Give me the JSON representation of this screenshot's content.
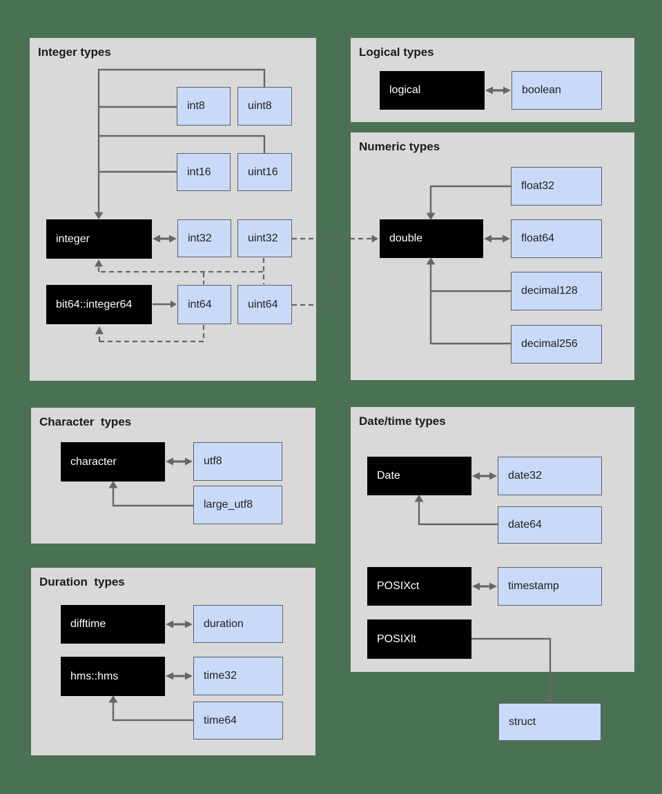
{
  "colors": {
    "bg": "#4a7153",
    "panel": "#d9d9d9",
    "line": "#666666",
    "r-fill": "#010101",
    "r-text": "#ffffff",
    "arrow-fill": "#c9daf8",
    "arrow-border": "#5b5e66",
    "arrow-text": "#1f1f1f",
    "title-text": "#1b1b1b"
  },
  "panels": {
    "integer": {
      "title": "Integer types"
    },
    "logical": {
      "title": "Logical types"
    },
    "numeric": {
      "title": "Numeric types"
    },
    "character": {
      "title": "Character  types"
    },
    "datetime": {
      "title": "Date/time types"
    },
    "duration": {
      "title": "Duration  types"
    }
  },
  "nodes": {
    "int8": "int8",
    "uint8": "uint8",
    "int16": "int16",
    "uint16": "uint16",
    "integer": "integer",
    "int32": "int32",
    "uint32": "uint32",
    "bit64": "bit64::integer64",
    "int64": "int64",
    "uint64": "uint64",
    "logical": "logical",
    "boolean": "boolean",
    "double": "double",
    "float32": "float32",
    "float64": "float64",
    "decimal128": "decimal128",
    "decimal256": "decimal256",
    "character": "character",
    "utf8": "utf8",
    "large_utf8": "large_utf8",
    "difftime": "difftime",
    "duration": "duration",
    "hms": "hms::hms",
    "time32": "time32",
    "time64": "time64",
    "date": "Date",
    "date32": "date32",
    "date64": "date64",
    "posixct": "POSIXct",
    "timestamp": "timestamp",
    "posixlt": "POSIXlt",
    "struct": "struct"
  },
  "relationships": [
    {
      "from": "int8",
      "to": "integer",
      "style": "solid"
    },
    {
      "from": "uint8",
      "to": "integer",
      "style": "solid"
    },
    {
      "from": "int16",
      "to": "integer",
      "style": "solid"
    },
    {
      "from": "uint16",
      "to": "integer",
      "style": "solid"
    },
    {
      "from": "integer",
      "to": "int32",
      "style": "bidirectional"
    },
    {
      "from": "bit64::integer64",
      "to": "int64",
      "style": "solid"
    },
    {
      "from": "uint32",
      "to": "integer",
      "style": "dashed"
    },
    {
      "from": "uint64",
      "to": "integer",
      "style": "dashed"
    },
    {
      "from": "int64",
      "to": "integer",
      "style": "dashed"
    },
    {
      "from": "int64",
      "to": "bit64::integer64",
      "style": "dashed"
    },
    {
      "from": "uint32",
      "to": "double",
      "style": "dashed"
    },
    {
      "from": "uint64",
      "to": "double",
      "style": "dashed"
    },
    {
      "from": "logical",
      "to": "boolean",
      "style": "bidirectional"
    },
    {
      "from": "float32",
      "to": "double",
      "style": "solid"
    },
    {
      "from": "double",
      "to": "float64",
      "style": "bidirectional"
    },
    {
      "from": "decimal128",
      "to": "double",
      "style": "solid"
    },
    {
      "from": "decimal256",
      "to": "double",
      "style": "solid"
    },
    {
      "from": "character",
      "to": "utf8",
      "style": "bidirectional"
    },
    {
      "from": "large_utf8",
      "to": "character",
      "style": "solid"
    },
    {
      "from": "difftime",
      "to": "duration",
      "style": "bidirectional"
    },
    {
      "from": "hms::hms",
      "to": "time32",
      "style": "bidirectional"
    },
    {
      "from": "time64",
      "to": "hms::hms",
      "style": "solid"
    },
    {
      "from": "Date",
      "to": "date32",
      "style": "bidirectional"
    },
    {
      "from": "date64",
      "to": "Date",
      "style": "solid"
    },
    {
      "from": "POSIXct",
      "to": "timestamp",
      "style": "bidirectional"
    },
    {
      "from": "POSIXlt",
      "to": "struct",
      "style": "solid"
    }
  ]
}
